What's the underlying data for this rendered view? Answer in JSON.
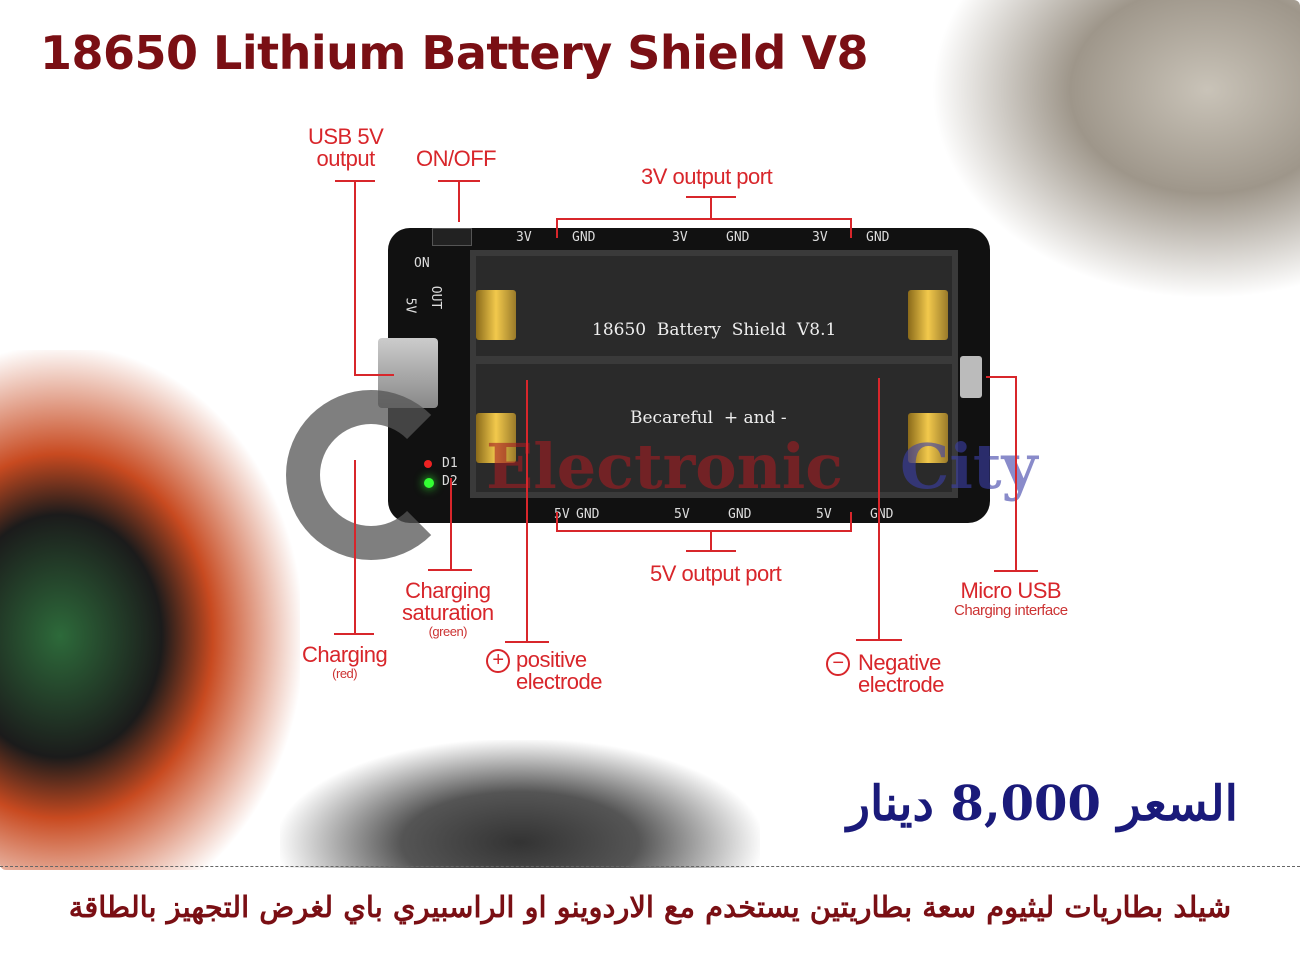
{
  "title": "18650 Lithium Battery Shield V8",
  "callouts": {
    "usb_5v_output": [
      "USB 5V",
      "output"
    ],
    "on_off": "ON/OFF",
    "port_3v": "3V output port",
    "port_5v": "5V output port",
    "charging_saturation": [
      "Charging",
      "saturation",
      "(green)"
    ],
    "charging": [
      "Charging",
      "(red)"
    ],
    "positive": [
      "positive",
      "electrode"
    ],
    "negative": [
      "Negative",
      "electrode"
    ],
    "micro_usb": [
      "Micro USB",
      "Charging interface"
    ]
  },
  "board": {
    "top_pins": [
      "3V",
      "GND",
      "3V",
      "GND",
      "3V",
      "GND"
    ],
    "bottom_pins": [
      "5V",
      "GND",
      "5V",
      "GND",
      "5V",
      "GND"
    ],
    "silk_1": "18650  Battery  Shield  V8.1",
    "silk_2": "Becareful  + and -",
    "side_labels": [
      "5V",
      "OUT",
      "ON",
      "D1",
      "D2"
    ]
  },
  "watermark": {
    "word1": "Electronic",
    "word2": "City",
    "color1": "#a31d22",
    "color2": "#3b3fa8"
  },
  "price": "السعر 8,000 دينار",
  "description": "شيلد بطاريات ليثيوم سعة بطاريتين يستخدم مع الاردوينو او الراسبيري باي لغرض التجهيز بالطاقة"
}
